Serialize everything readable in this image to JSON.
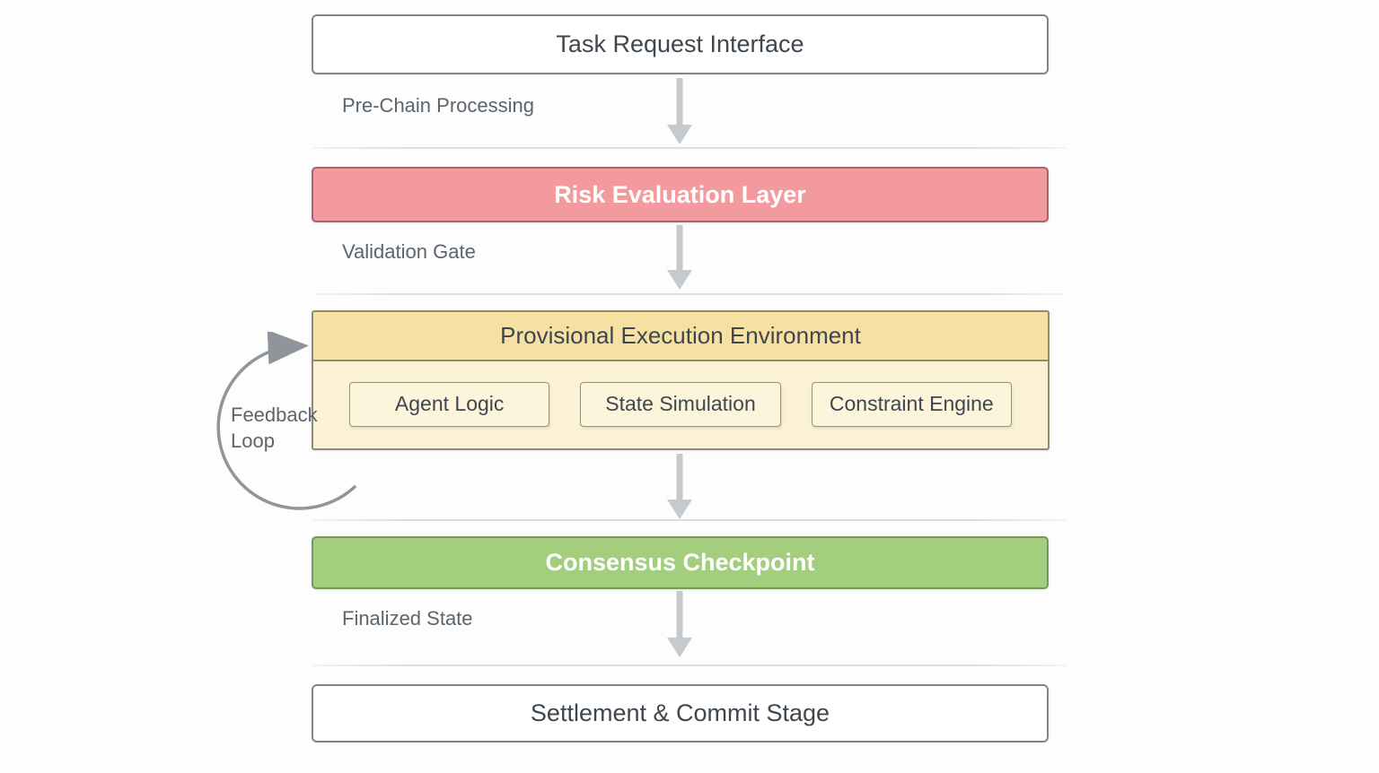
{
  "flow": {
    "stage1": {
      "title": "Task Request Interface"
    },
    "edge1": {
      "label": "Pre-Chain Processing"
    },
    "stage2": {
      "title": "Risk Evaluation Layer"
    },
    "edge2": {
      "label": "Validation Gate"
    },
    "stage3": {
      "title": "Provisional Execution Environment",
      "children": [
        "Agent Logic",
        "State Simulation",
        "Constraint Engine"
      ]
    },
    "feedback": {
      "label": "Feedback Loop"
    },
    "stage4": {
      "title": "Consensus Checkpoint"
    },
    "edge3": {
      "label": "Finalized State"
    },
    "stage5": {
      "title": "Settlement & Commit Stage"
    }
  },
  "colors": {
    "risk_bg": "#F29A9E",
    "risk_border": "#A8636F",
    "consensus_bg": "#A3CE7E",
    "consensus_border": "#77985A",
    "provisional_header_bg": "#F6E0A2",
    "provisional_body_bg": "#FBF2D6",
    "provisional_border": "#8E8A74",
    "subbox_bg": "#FCF4DB",
    "subbox_border": "#96927D",
    "neutral_border": "#7E868E",
    "separator": "#DCDEE0",
    "arrow": "#C6CACD",
    "feedback_arrow": "#8F959B",
    "label_text": "#5C646C",
    "title_text": "#3F474E",
    "white_text": "#FFFFFF"
  }
}
